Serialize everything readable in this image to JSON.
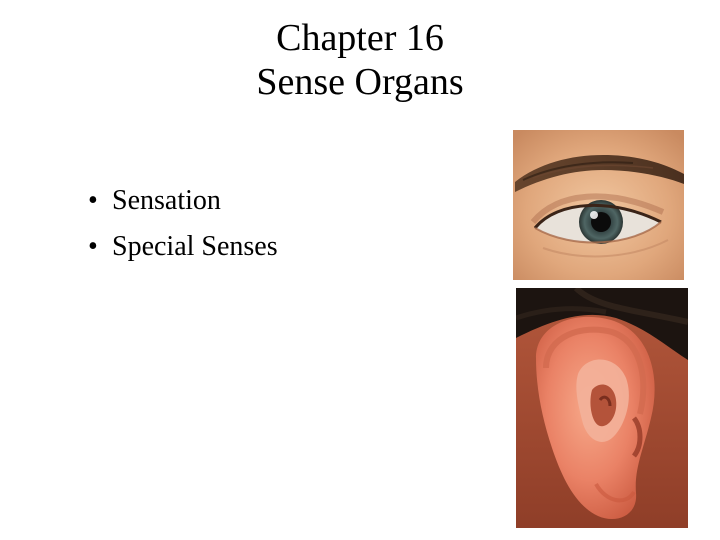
{
  "slide": {
    "title_line1": "Chapter 16",
    "title_line2": "Sense Organs",
    "bullets": [
      {
        "symbol": "•",
        "text": "Sensation"
      },
      {
        "symbol": "•",
        "text": "Special Senses"
      }
    ]
  },
  "images": {
    "eye": "eye-photo",
    "ear": "ear-photo"
  }
}
